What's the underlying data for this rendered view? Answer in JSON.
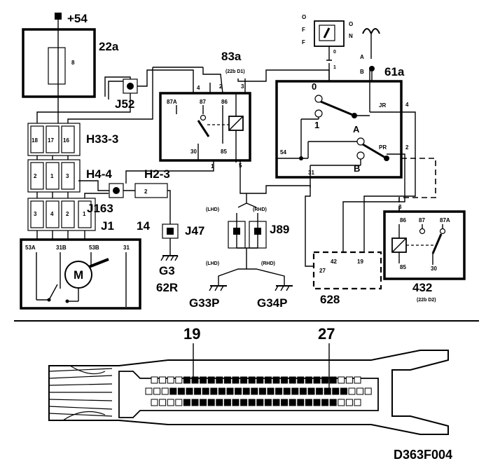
{
  "components": {
    "supply": "+54",
    "fuse_box": "22a",
    "fuse_number": "8",
    "relay_83a": "83a",
    "relay_83a_ref": "(22b D1)",
    "relay_83a_pins": {
      "p87a": "87A",
      "p87": "87",
      "p86": "86",
      "p30": "30",
      "p85": "85",
      "p4": "4",
      "p2": "2",
      "p3": "3",
      "p1": "1",
      "p5": "5"
    },
    "switch_61a": "61a",
    "switch_pins": {
      "jr": "JR",
      "pr": "PR",
      "p54": "54",
      "p4": "4",
      "p2": "2",
      "p31": "31",
      "pos0": "0",
      "pos1": "1",
      "a": "A",
      "b": "B",
      "top_a": "A",
      "top_b": "B"
    },
    "switch_positions": {
      "o": "O",
      "f1": "F",
      "f2": "F",
      "on_o": "O",
      "on_n": "N",
      "pos0": "0",
      "pos1": "1"
    },
    "relay_432": "432",
    "relay_432_ref": "(22b D2)",
    "relay_432_pins": {
      "p86": "86",
      "p87": "87",
      "p87a": "87A",
      "p85": "85",
      "p30": "30",
      "p3": "3"
    },
    "ecu_628": "628",
    "ecu_pins": {
      "p42": "42",
      "p19": "19",
      "p27": "27"
    },
    "connectors": {
      "h33": "H33-3",
      "h33_pins": [
        "18",
        "17",
        "16"
      ],
      "h4": "H4-4",
      "h4_pins": [
        "2",
        "1",
        "3"
      ],
      "h2": "H2-3",
      "h2_pin": "2",
      "j1": "J1",
      "j1_num": "14",
      "j1_pins": [
        "3",
        "4",
        "2",
        "1"
      ],
      "j52": "J52",
      "j163": "J163",
      "j47": "J47",
      "j89": "J89"
    },
    "motor": {
      "label": "M",
      "pins": [
        "53A",
        "31B",
        "53B",
        "31"
      ]
    },
    "grounds": {
      "g3": "G3",
      "r62": "62R",
      "g33p": "G33P",
      "g34p": "G34P"
    },
    "variants": {
      "lhd1": "(LHD)",
      "rhd1": "(RHD)",
      "lhd2": "(LHD)",
      "rhd2": "(RHD)"
    }
  },
  "plug_callouts": {
    "left": "19",
    "right": "27"
  },
  "figure_id": "D363F004"
}
